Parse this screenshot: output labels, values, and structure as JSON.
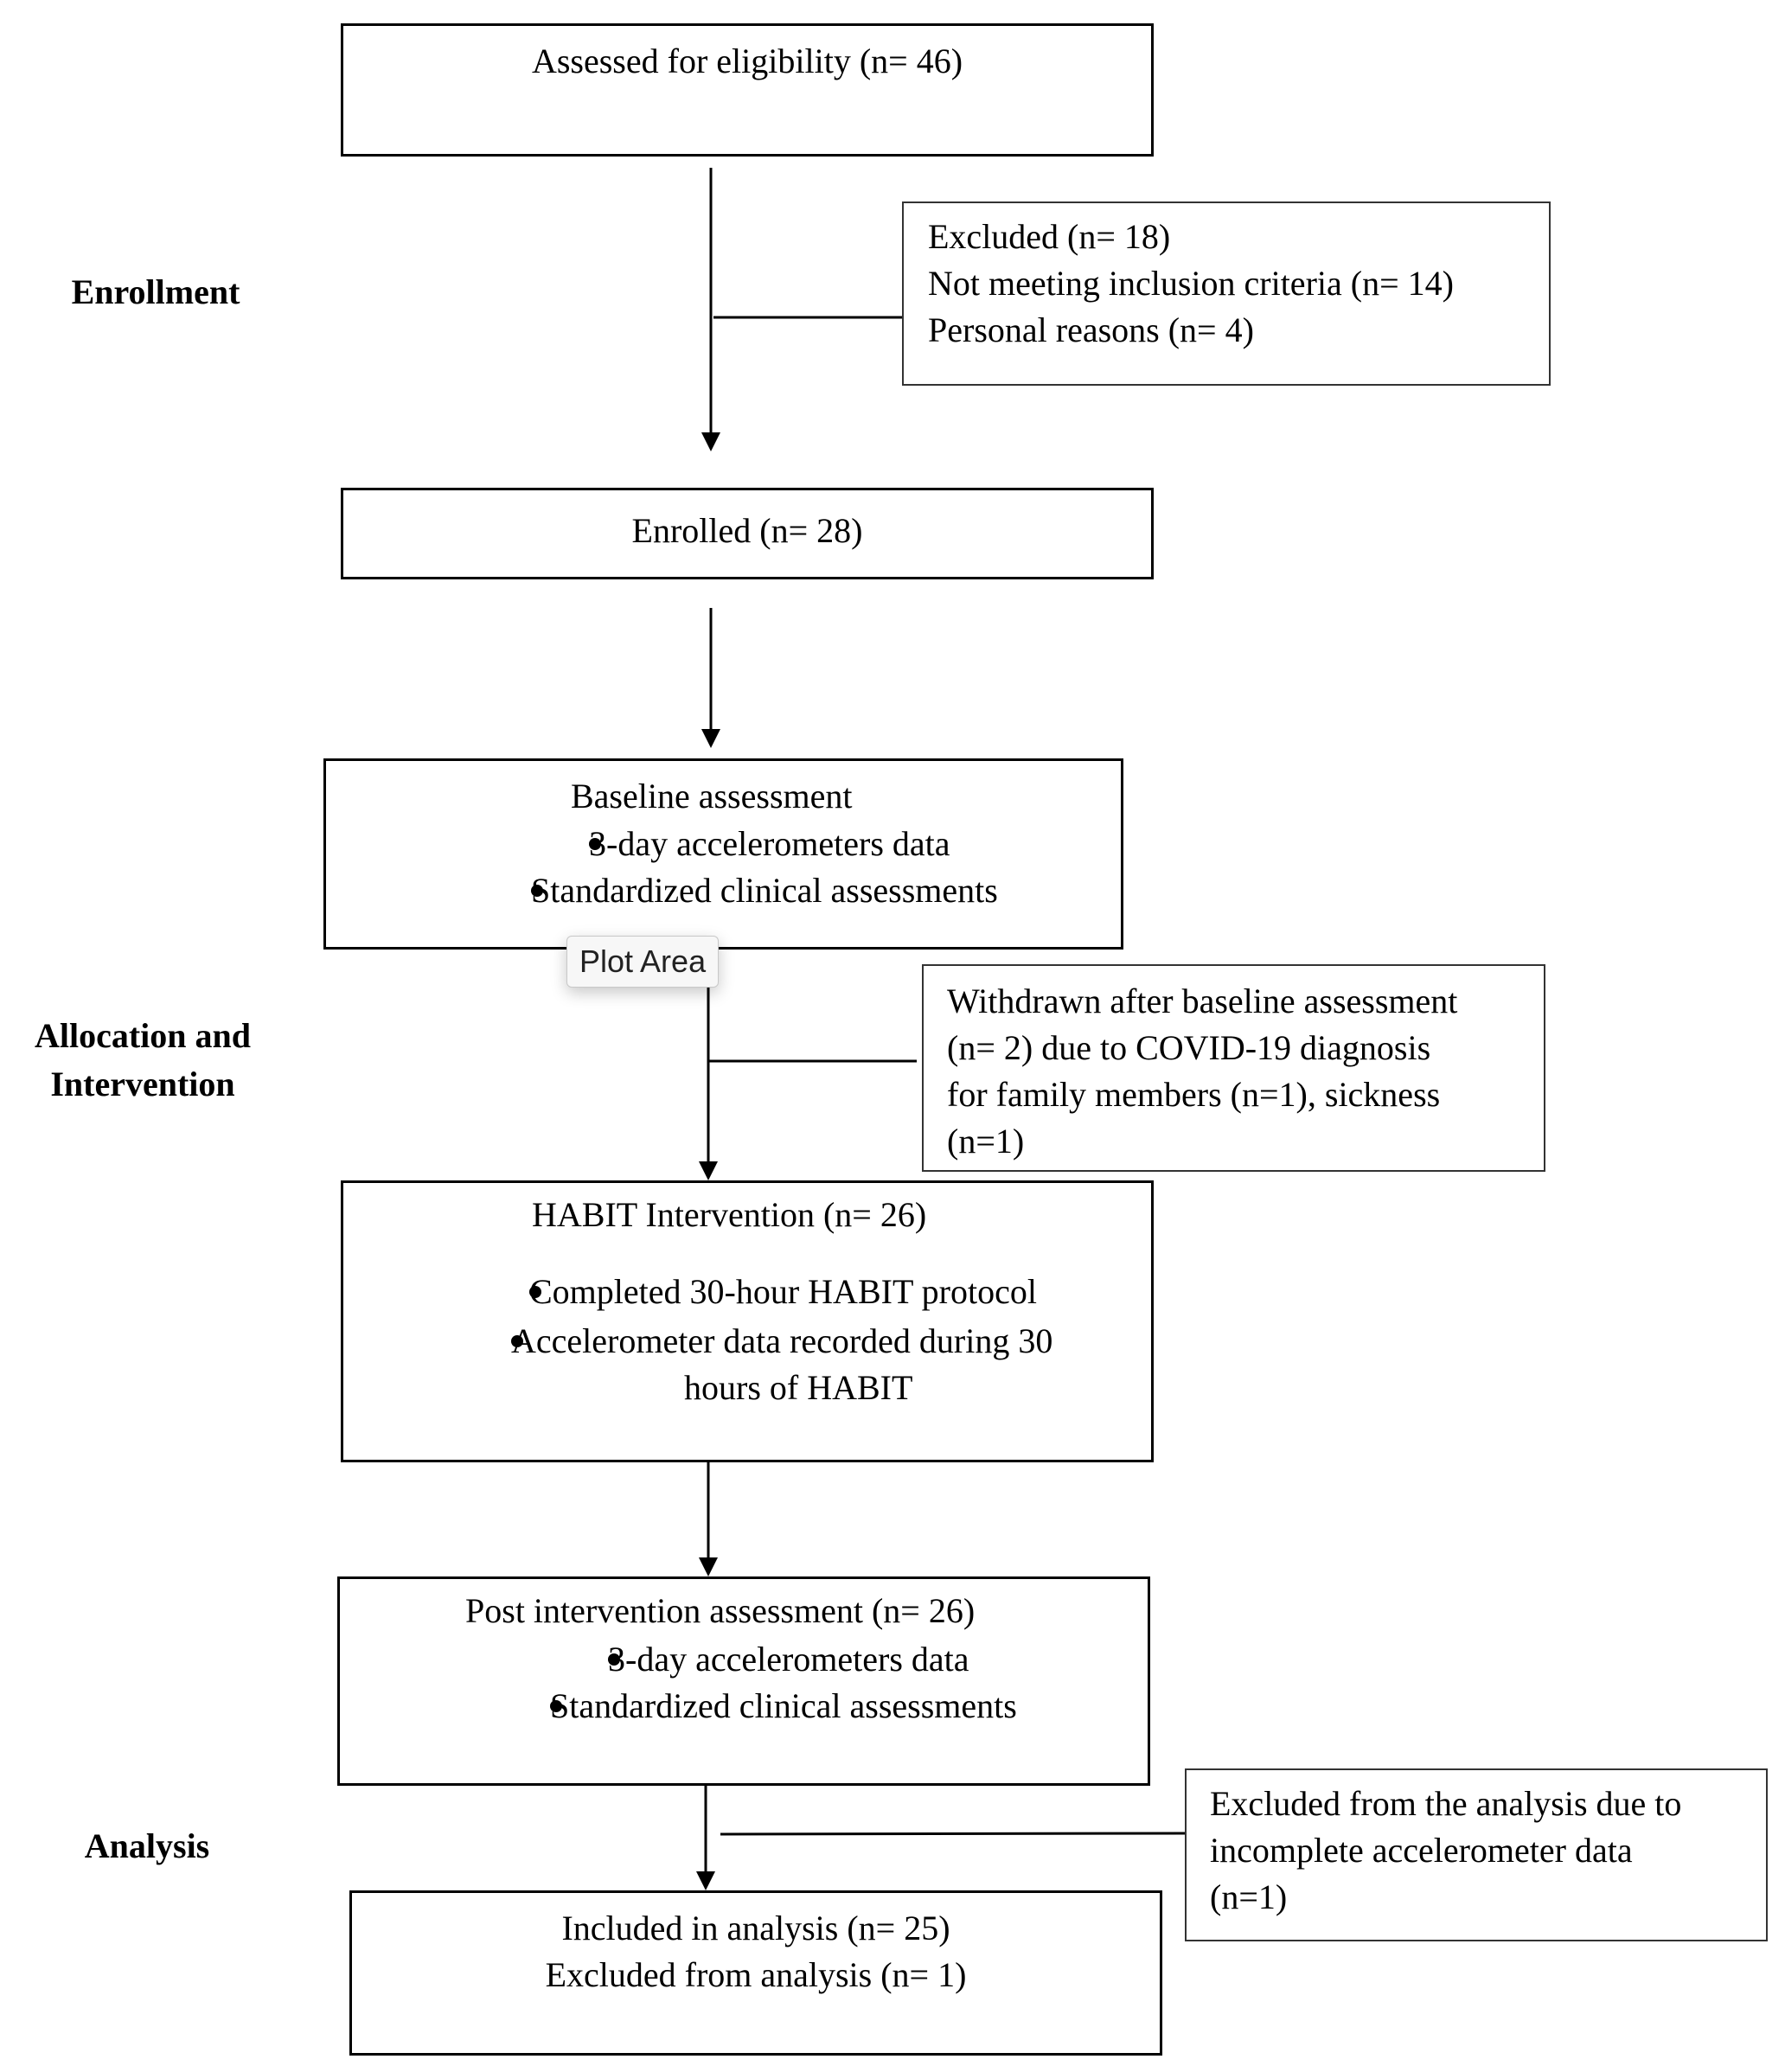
{
  "stages": {
    "enrollment": "Enrollment",
    "allocation_line1": "Allocation and",
    "allocation_line2": "Intervention",
    "analysis": "Analysis"
  },
  "assessed": {
    "text": "Assessed for eligibility (n= 46)"
  },
  "excluded": {
    "line1": "Excluded (n= 18)",
    "line2": "Not meeting inclusion criteria (n= 14)",
    "line3": "Personal reasons (n= 4)"
  },
  "enrolled": {
    "text": "Enrolled (n= 28)"
  },
  "baseline": {
    "title": "Baseline assessment",
    "bullet1": "3-day accelerometers data",
    "bullet2": "Standardized clinical assessments"
  },
  "withdrawn": {
    "line1": "Withdrawn after baseline assessment",
    "line2": "(n= 2) due to COVID-19 diagnosis",
    "line3": "for family members (n=1), sickness",
    "line4": "(n=1)"
  },
  "habit": {
    "title": "HABIT Intervention (n= 26)",
    "bullet1": "Completed 30-hour HABIT protocol",
    "bullet2_line1": "Accelerometer data recorded during 30",
    "bullet2_line2": "hours of HABIT"
  },
  "post": {
    "title": "Post intervention assessment (n= 26)",
    "bullet1": "3-day accelerometers data",
    "bullet2": "Standardized clinical assessments"
  },
  "excluded_analysis": {
    "line1": "Excluded from the analysis due to",
    "line2": "incomplete accelerometer data",
    "line3": "(n=1)"
  },
  "included": {
    "line1": "Included in analysis (n= 25)",
    "line2": "Excluded from analysis (n= 1)"
  },
  "tooltip": {
    "text": "Plot Area"
  }
}
